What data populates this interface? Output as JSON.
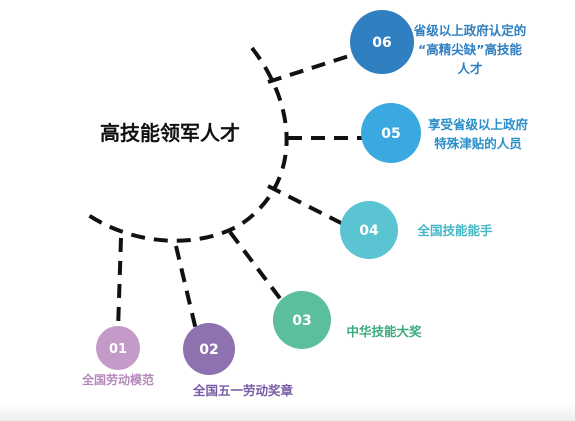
{
  "title": "高技能领军人才",
  "nodes": [
    {
      "num": "06",
      "label_lines": [
        "省级以上政府认定的",
        "“高精尖缺”高技能",
        "人才"
      ],
      "color": "#2f7fc1",
      "label_color": "#2f7fc1"
    },
    {
      "num": "05",
      "label_lines": [
        "享受省级以上政府",
        "特殊津贴的人员"
      ],
      "color": "#3aa9e0",
      "label_color": "#2a8fc8"
    },
    {
      "num": "04",
      "label_lines": [
        "全国技能能手"
      ],
      "color": "#5bc4d2",
      "label_color": "#45b8c8"
    },
    {
      "num": "03",
      "label_lines": [
        "中华技能大奖"
      ],
      "color": "#5cbf9b",
      "label_color": "#3aaa7f"
    },
    {
      "num": "02",
      "label_lines": [
        "全国五一劳动奖章"
      ],
      "color": "#8e72b0",
      "label_color": "#7a5ba6"
    },
    {
      "num": "01",
      "label_lines": [
        "全国劳动模范"
      ],
      "color": "#c49ac8",
      "label_color": "#b58abb"
    }
  ],
  "colors": {
    "branch": "#111111",
    "title": "#111111",
    "number_text": "#ffffff"
  }
}
